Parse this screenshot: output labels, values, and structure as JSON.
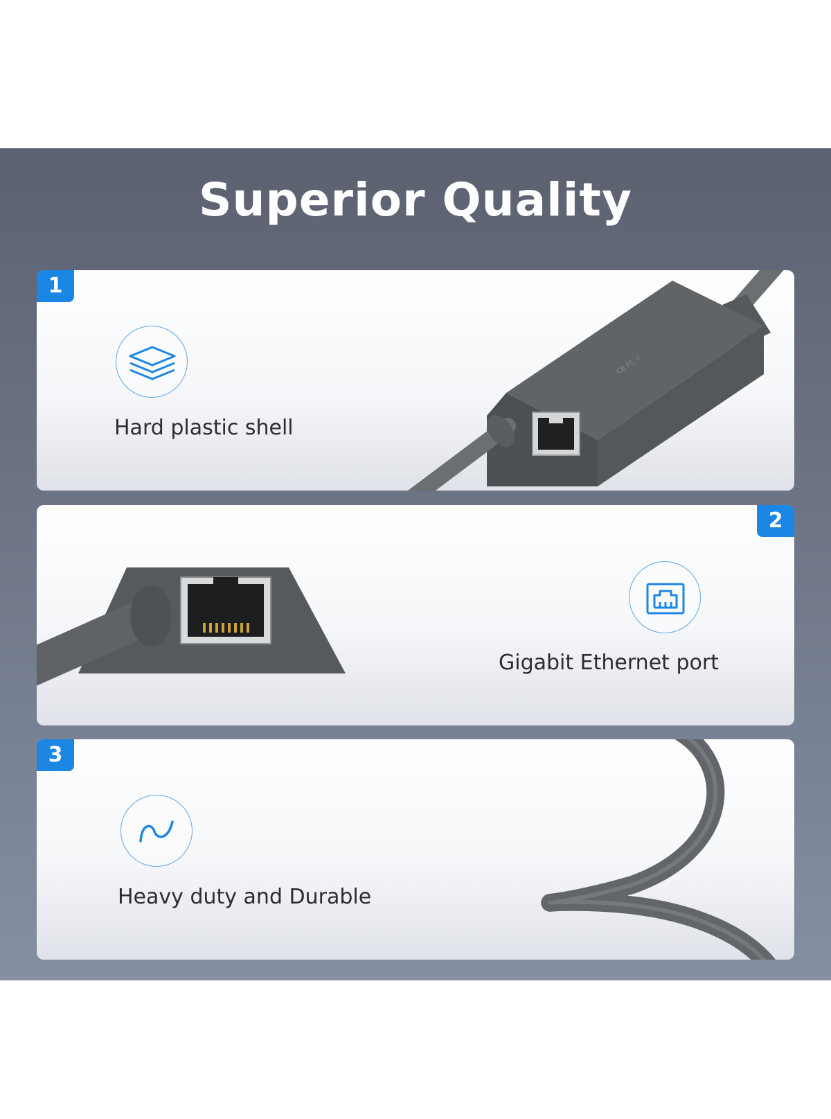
{
  "title": "Superior Quality",
  "features": [
    {
      "number": "1",
      "caption": "Hard plastic shell",
      "icon": "layers-icon"
    },
    {
      "number": "2",
      "caption": "Gigabit Ethernet port",
      "icon": "ethernet-port-icon"
    },
    {
      "number": "3",
      "caption": "Heavy duty and Durable",
      "icon": "cable-curve-icon"
    }
  ],
  "colors": {
    "accent": "#1c86e4",
    "banner_top": "#5c6170",
    "banner_bottom": "#858ea3",
    "device_gray": "#5f6366"
  }
}
